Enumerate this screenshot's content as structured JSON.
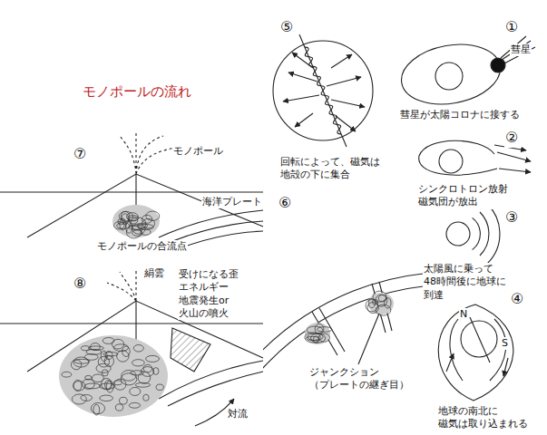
{
  "diagram": {
    "title": "モノポールの流れ",
    "labels": [
      "⑤",
      "①",
      "彗星",
      "彗星が太陽コロナに接する",
      "②",
      "シンクロトロン放射 磁気団が放出",
      "③",
      "太陽風に乗って 48時間後に地球に 到達",
      "④",
      "N",
      "S",
      "地球の南北に 磁気は取り込まれる",
      "回転によって、磁気は 地殻の下に集合",
      "⑥",
      "ジャンクション （プレートの継ぎ目）",
      "⑦",
      "モノポール",
      "海洋プレート",
      "モノポールの合流点",
      "⑧",
      "絹雲",
      "受けになる歪 エネルギー 地震発生or 火山の噴火",
      "対流"
    ]
  }
}
